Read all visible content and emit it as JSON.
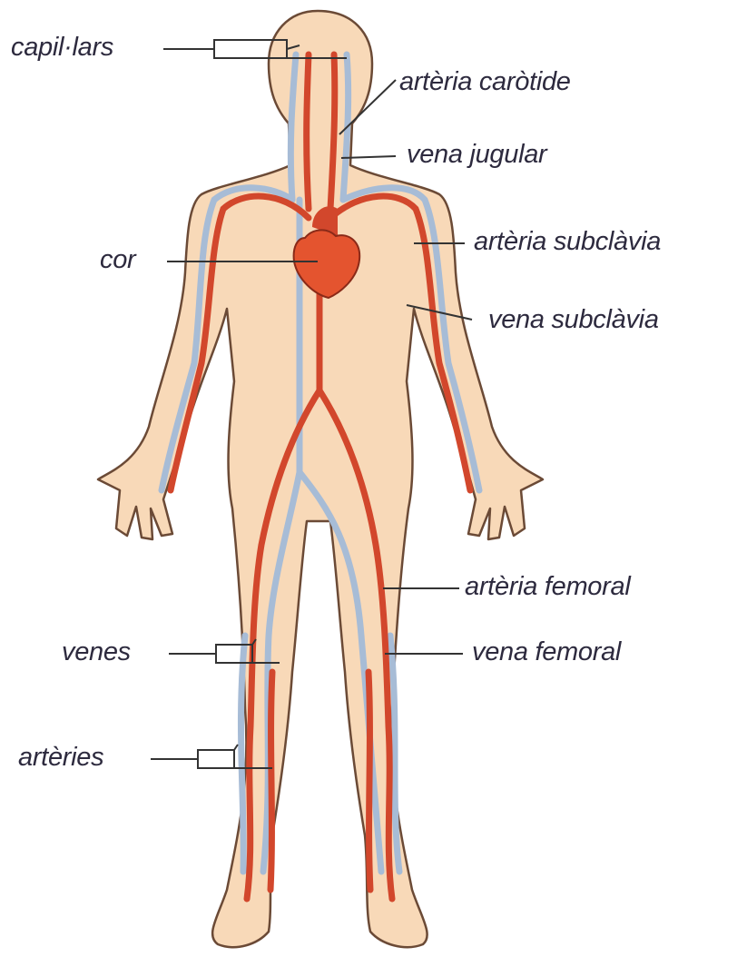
{
  "labels": {
    "capillaries": "capil·lars",
    "carotid_artery": "artèria caròtide",
    "jugular_vein": "vena jugular",
    "heart": "cor",
    "subclavian_artery": "artèria subclàvia",
    "subclavian_vein": "vena subclàvia",
    "femoral_artery": "artèria femoral",
    "veins": "venes",
    "femoral_vein": "vena femoral",
    "arteries": "artèries"
  },
  "colors": {
    "skin": "#f8d9b8",
    "skin_outline": "#6b4a36",
    "artery": "#d2472c",
    "vein": "#a7bcd6",
    "heart": "#e4542f",
    "leader_line": "#333333",
    "label_text": "#2d2a3e"
  }
}
